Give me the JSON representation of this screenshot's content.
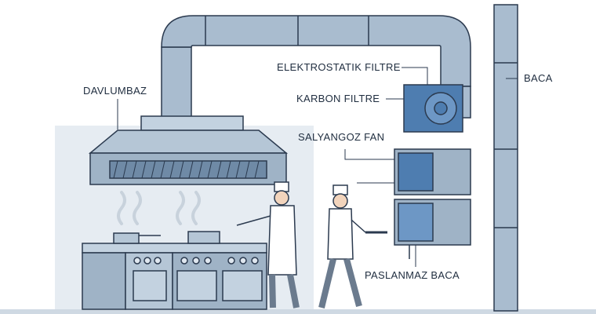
{
  "labels": {
    "davlumbaz": "DAVLUMBAZ",
    "elektrostatik_filtre": "ELEKTROSTATIK FILTRE",
    "karbon_filtre": "KARBON FILTRE",
    "salyangoz_fan": "SALYANGOZ FAN",
    "baca": "BACA",
    "paslanmaz_baca": "PASLANMAZ BACA"
  },
  "colors": {
    "duct": "#a9bccf",
    "hood": "#b5c6d6",
    "filter_blue": "#4e7db0",
    "outline": "#2b3a4f",
    "wall": "#e6ecf2",
    "stove": "#9fb3c6"
  }
}
